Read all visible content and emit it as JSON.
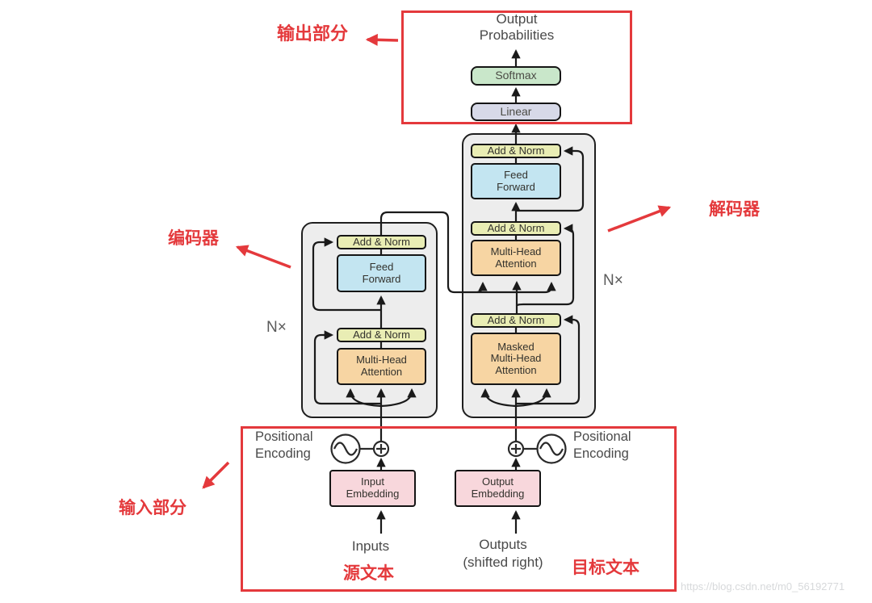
{
  "annotations": {
    "output_section": "输出部分",
    "encoder": "编码器",
    "decoder": "解码器",
    "input_section": "输入部分",
    "source_text": "源文本",
    "target_text": "目标文本"
  },
  "diagram": {
    "output_probabilities": "Output\nProbabilities",
    "softmax": "Softmax",
    "linear": "Linear",
    "add_norm": "Add & Norm",
    "feed_forward": "Feed\nForward",
    "multi_head_attention": "Multi-Head\nAttention",
    "masked_multi_head_attention": "Masked\nMulti-Head\nAttention",
    "input_embedding": "Input\nEmbedding",
    "output_embedding": "Output\nEmbedding",
    "positional_encoding": "Positional\nEncoding",
    "inputs": "Inputs",
    "outputs": "Outputs",
    "shifted_right": "(shifted right)",
    "n_times": "N×"
  },
  "watermark": "https://blog.csdn.net/m0_56192771",
  "colors": {
    "annotation_red": "#e4393c",
    "add_norm_fill": "#e9edb4",
    "feed_forward_fill": "#c3e5f1",
    "attention_fill": "#f7d5a3",
    "softmax_fill": "#c9e7ca",
    "linear_fill": "#d7d9e8",
    "embedding_fill": "#f8d7dc",
    "container_fill": "#ededed",
    "line_black": "#1a1a1a",
    "gray_text": "#4a4a4a"
  }
}
